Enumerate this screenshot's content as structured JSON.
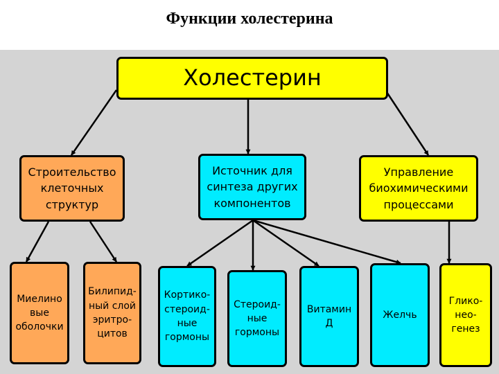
{
  "title": "Функции холестерина",
  "root": {
    "label": "Холестерин",
    "color": "#ffff00"
  },
  "branches": [
    {
      "label": "Строительство\nклеточных\nструктур",
      "color": "#ffa858",
      "leaves": [
        "Миелино\nвые\nоболочки",
        "Билипид-\nный слой\nэритро-\nцитов"
      ]
    },
    {
      "label": "Источник для\nсинтеза других\nкомпонентов",
      "color": "#00ecff",
      "leaves": [
        "Кортико-\nстероид-\nные\nгормоны",
        "Стероид-\nные\nгормоны",
        "Витамин\nД",
        "Желчь"
      ]
    },
    {
      "label": "Управление\nбиохимическими\nпроцессами",
      "color": "#ffff00",
      "leaves": [
        "Глико-\nнео-\nгенез"
      ]
    }
  ]
}
